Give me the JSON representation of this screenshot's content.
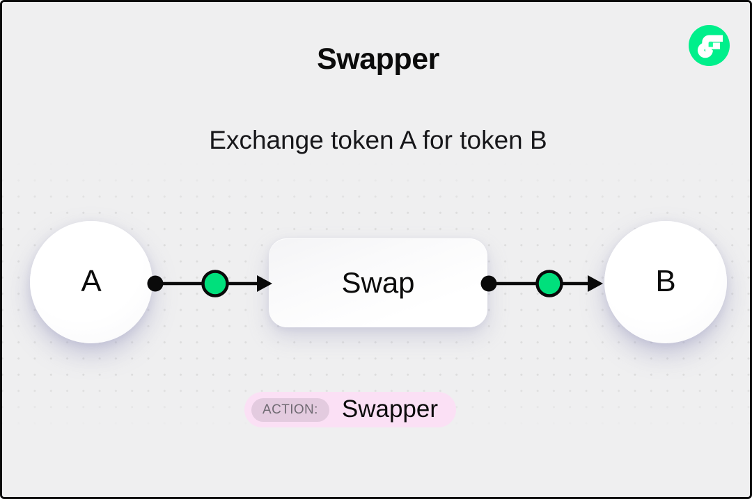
{
  "canvas": {
    "background_color": "#efeff0",
    "border_color": "#0a0a0a",
    "grid": "dot-grid"
  },
  "header": {
    "title": "Swapper",
    "subtitle": "Exchange token A for token B"
  },
  "brand": {
    "logo_name": "flow-logo",
    "logo_color": "#00ef8b",
    "glyph_color": "#ffffff",
    "accent_color": "#16ff99"
  },
  "diagram": {
    "nodes": [
      {
        "id": "token-a",
        "label": "A",
        "shape": "circle"
      },
      {
        "id": "swap",
        "label": "Swap",
        "shape": "rounded-rect"
      },
      {
        "id": "token-b",
        "label": "B",
        "shape": "circle"
      }
    ],
    "edges": [
      {
        "id": "edge-a-swap",
        "from": "token-a",
        "to": "swap",
        "dot_color": "#0a0a0a",
        "midpoint_color": "#00e07c",
        "line_color": "#0a0a0a",
        "arrow_color": "#0a0a0a"
      },
      {
        "id": "edge-swap-b",
        "from": "swap",
        "to": "token-b",
        "dot_color": "#0a0a0a",
        "midpoint_color": "#00e07c",
        "line_color": "#0a0a0a",
        "arrow_color": "#0a0a0a"
      }
    ]
  },
  "action_badge": {
    "key": "ACTION:",
    "value": "Swapper",
    "background_color": "#fbe0f5",
    "key_background_color": "#e3cbdf",
    "key_text_color": "#6f6a72"
  }
}
